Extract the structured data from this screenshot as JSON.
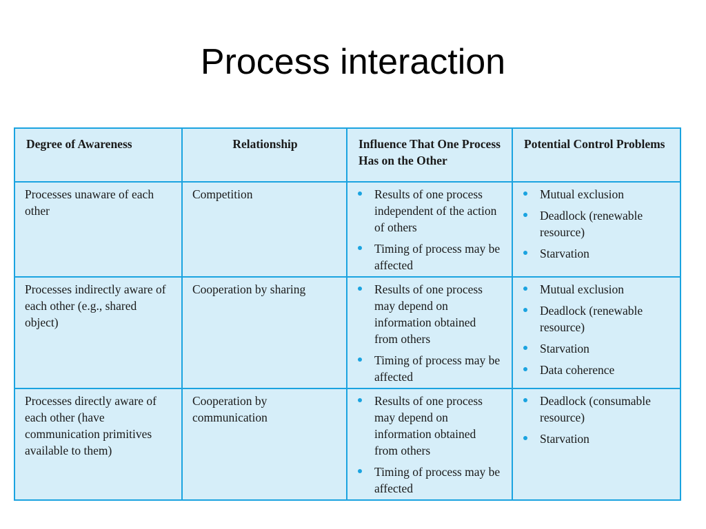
{
  "slide": {
    "title": "Process interaction"
  },
  "table": {
    "headers": [
      "Degree of Awareness",
      "Relationship",
      "Influence That One Process Has on the Other",
      "Potential Control Problems"
    ],
    "rows": [
      {
        "awareness": "Processes unaware of each other",
        "relationship": "Competition",
        "influence": [
          "Results of one process independent of the action of others",
          "Timing of process may be affected"
        ],
        "problems": [
          "Mutual exclusion",
          "Deadlock (renewable resource)",
          "Starvation"
        ]
      },
      {
        "awareness": "Processes indirectly aware of each other (e.g., shared object)",
        "relationship": "Cooperation by sharing",
        "influence": [
          "Results of one process may depend on information obtained from others",
          "Timing of process may be affected"
        ],
        "problems": [
          "Mutual exclusion",
          "Deadlock (renewable resource)",
          "Starvation",
          "Data coherence"
        ]
      },
      {
        "awareness": "Processes directly aware of each other (have communication primitives available to them)",
        "relationship": "Cooperation by communication",
        "influence": [
          "Results of one process may depend on information obtained from others",
          "Timing of process may be affected"
        ],
        "problems": [
          "Deadlock (consumable resource)",
          "Starvation"
        ]
      }
    ]
  },
  "colors": {
    "border": "#1aa3e0",
    "cell_background": "#d6eef9",
    "bullet": "#1aa3e0"
  }
}
